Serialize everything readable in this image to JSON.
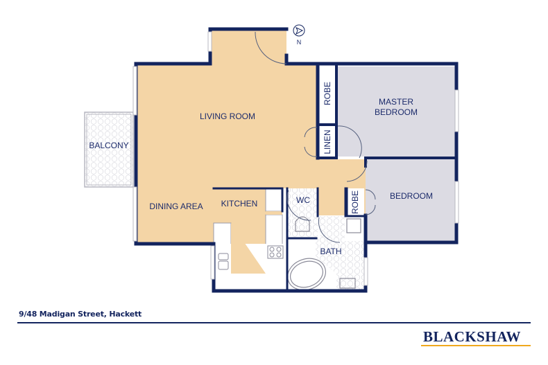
{
  "floorplan": {
    "rooms": [
      {
        "id": "living",
        "label": "LIVING ROOM"
      },
      {
        "id": "dining",
        "label": "DINING AREA"
      },
      {
        "id": "kitchen",
        "label": "KITCHEN"
      },
      {
        "id": "balcony",
        "label": "BALCONY"
      },
      {
        "id": "master",
        "label_line1": "MASTER",
        "label_line2": "BEDROOM"
      },
      {
        "id": "bedroom",
        "label": "BEDROOM"
      },
      {
        "id": "robe1",
        "label": "ROBE"
      },
      {
        "id": "linen",
        "label": "LINEN"
      },
      {
        "id": "robe2",
        "label": "ROBE"
      },
      {
        "id": "wc",
        "label": "WC"
      },
      {
        "id": "bath",
        "label": "BATH"
      }
    ],
    "compass": {
      "label": "N"
    },
    "colors": {
      "wall": "#13245e",
      "living_fill": "#f4d5a6",
      "bedroom_fill": "#dcdbe3",
      "wet_fill": "#ffffff",
      "accent": "#f0a81c"
    }
  },
  "footer": {
    "address": "9/48 Madigan Street, Hackett",
    "brand": "BLACKSHAW"
  }
}
